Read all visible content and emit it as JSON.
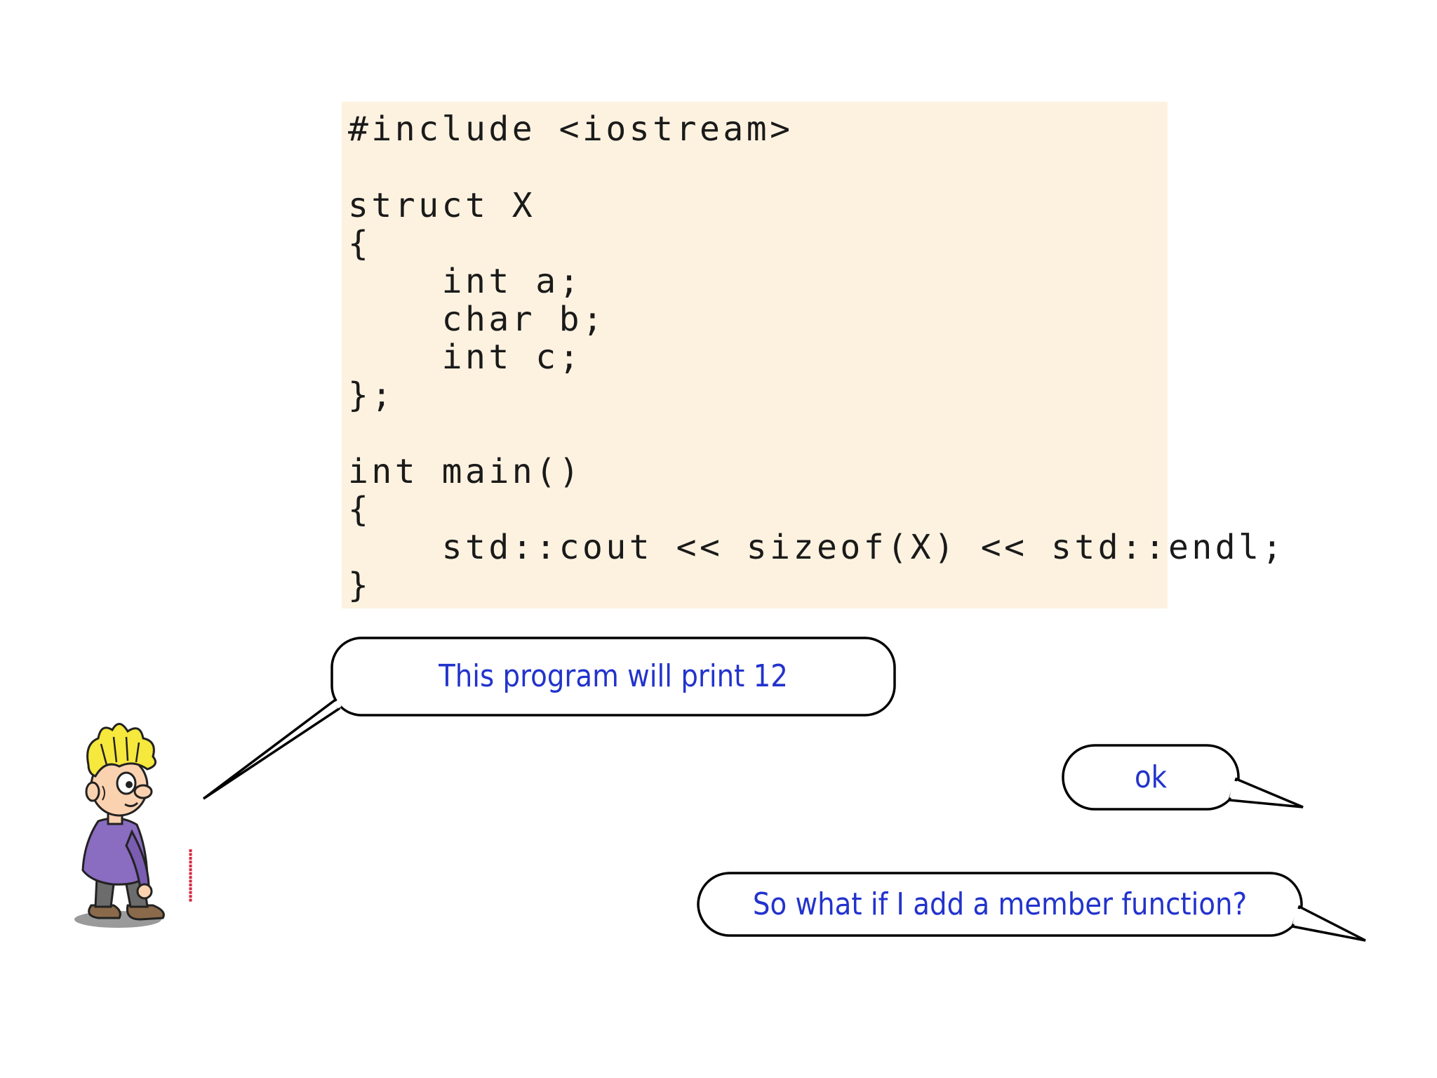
{
  "code": {
    "lines": [
      "#include <iostream>",
      "",
      "struct X",
      "{",
      "    int a;",
      "    char b;",
      "    int c;",
      "};",
      "",
      "int main()",
      "{",
      "    std::cout << sizeof(X) << std::endl;",
      "}"
    ]
  },
  "bubbles": {
    "bubble1": "This program will print 12",
    "bubble2": "ok",
    "bubble3": "So what if I add a member function?"
  },
  "colors": {
    "code_background": "#fdf2e0",
    "bubble_text": "#2233cc",
    "watermark": "#d8243c"
  },
  "icons": {
    "character": "cartoon-boy-icon"
  }
}
